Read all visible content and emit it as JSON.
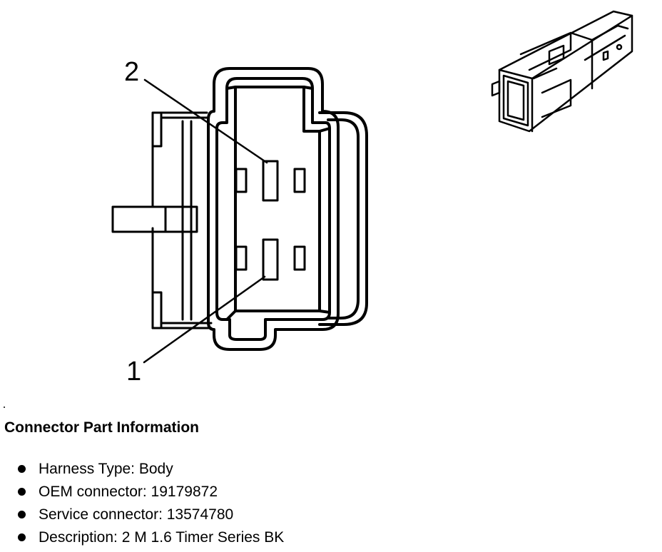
{
  "callouts": {
    "terminal_2": "2",
    "terminal_1": "1"
  },
  "connector_info": {
    "heading": "Connector Part Information",
    "items": [
      "Harness Type: Body",
      "OEM connector: 19179872",
      "Service connector: 13574780",
      "Description: 2 M 1.6 Timer Series BK"
    ]
  }
}
